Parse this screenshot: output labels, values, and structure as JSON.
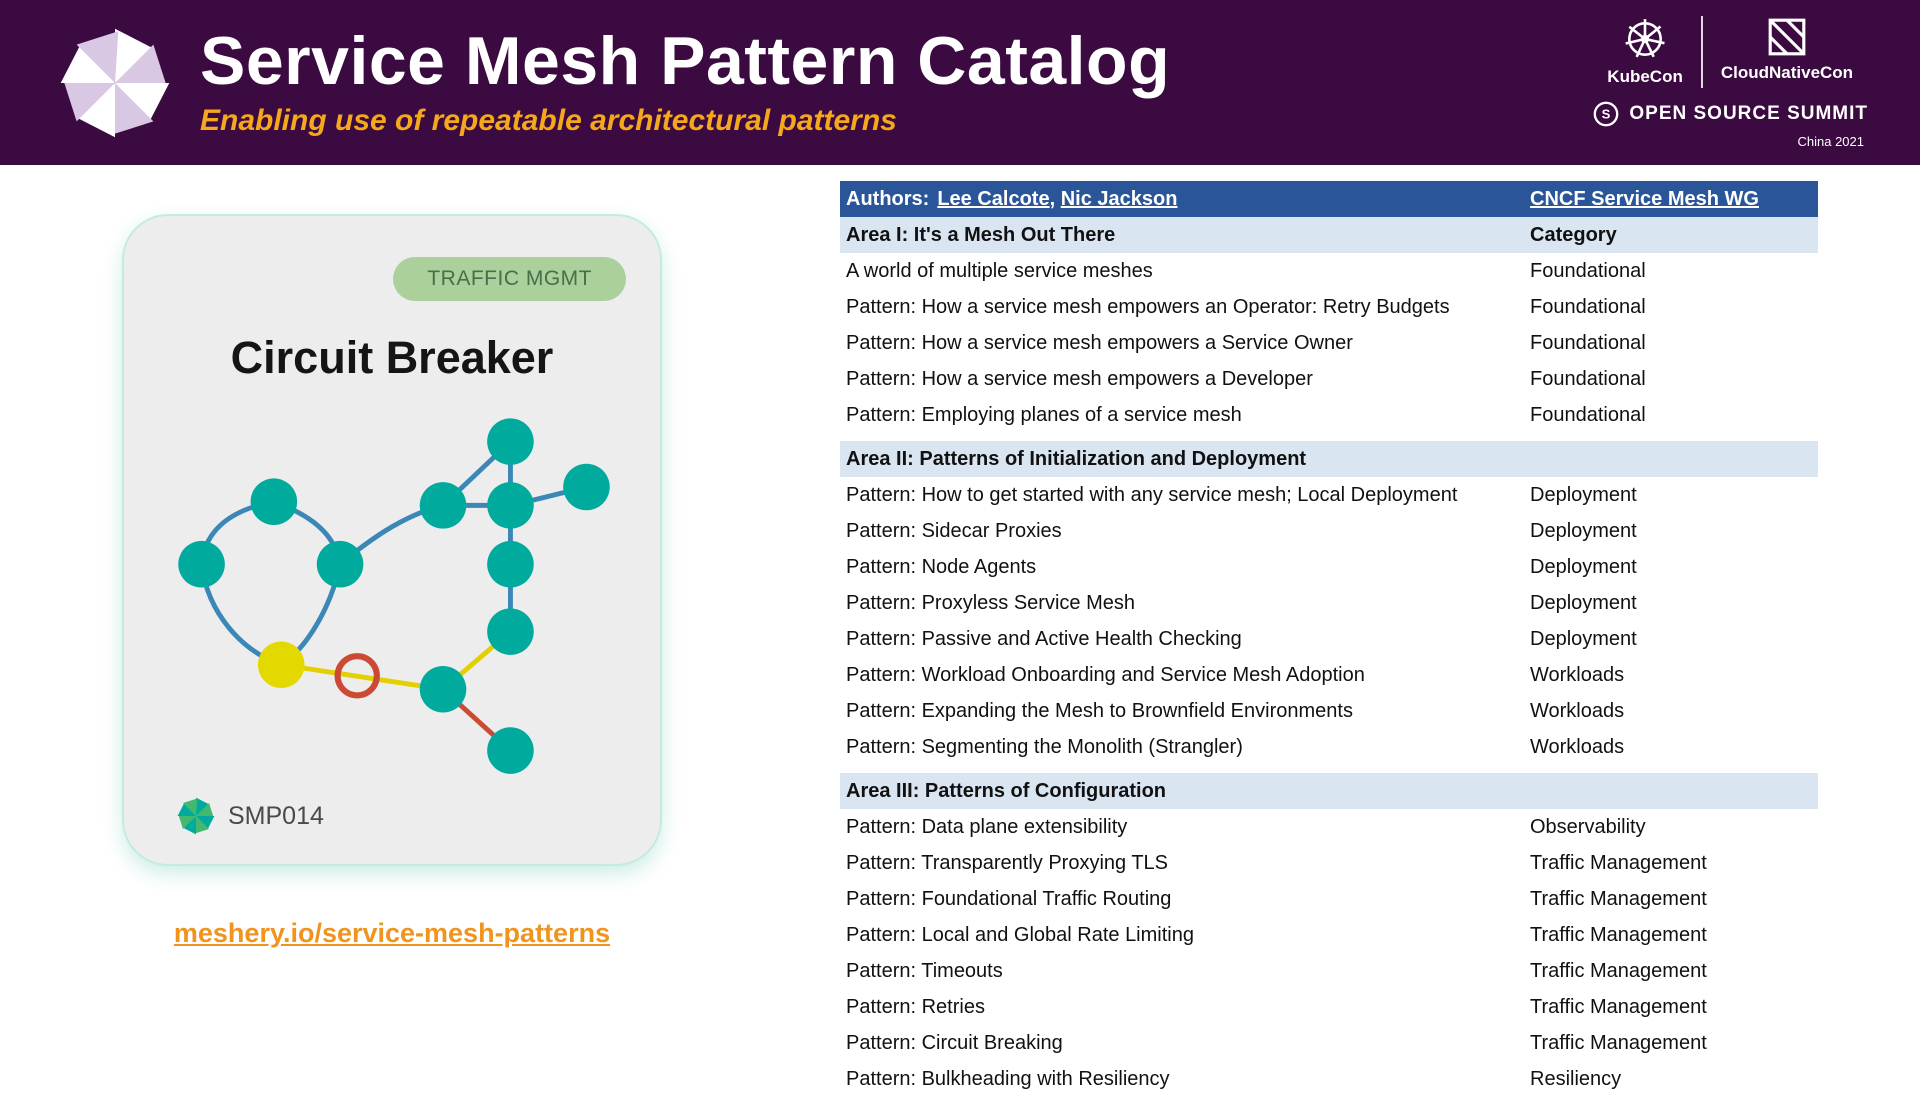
{
  "colors": {
    "header-bg": "#3b0a40",
    "accent-orange": "#f5a81c",
    "table-header-bg": "#2a5699",
    "section-bg": "#d9e5f1",
    "badge-bg": "#abd09c",
    "link-orange": "#f0941e",
    "node-teal": "#00ab9d",
    "edge-blue": "#3b87b8",
    "node-yellow": "#e3d900",
    "edge-yellow": "#e3d000",
    "edge-red": "#cc4a33"
  },
  "header": {
    "title": "Service Mesh Pattern Catalog",
    "subtitle": "Enabling use of repeatable architectural patterns",
    "brand": {
      "kubecon": "KubeCon",
      "cloudnativecon": "CloudNativeCon",
      "summit": "OPEN SOURCE SUMMIT",
      "edition": "China 2021"
    }
  },
  "card": {
    "badge": "TRAFFIC MGMT",
    "title": "Circuit Breaker",
    "code": "SMP014"
  },
  "link": {
    "text": "meshery.io/service-mesh-patterns"
  },
  "table": {
    "authors_label": "Authors:",
    "author_1": "Lee Calcote",
    "authors_separator": ", ",
    "author_2": "Nic Jackson",
    "wg_link": "CNCF Service Mesh WG",
    "category_header": "Category",
    "sections": [
      {
        "title": "Area I: It's a Mesh Out There",
        "rows": [
          {
            "pattern": "A world of multiple service meshes",
            "category": "Foundational"
          },
          {
            "pattern": "Pattern: How a service mesh empowers an Operator: Retry Budgets",
            "category": "Foundational"
          },
          {
            "pattern": "Pattern: How a service mesh empowers a Service Owner",
            "category": "Foundational"
          },
          {
            "pattern": "Pattern: How a service mesh empowers a Developer",
            "category": "Foundational"
          },
          {
            "pattern": "Pattern: Employing planes of a service mesh",
            "category": "Foundational"
          }
        ]
      },
      {
        "title": "Area II: Patterns of Initialization and Deployment",
        "rows": [
          {
            "pattern": "Pattern: How to get started with any service mesh; Local Deployment",
            "category": "Deployment"
          },
          {
            "pattern": "Pattern: Sidecar Proxies",
            "category": "Deployment"
          },
          {
            "pattern": "Pattern: Node Agents",
            "category": "Deployment"
          },
          {
            "pattern": "Pattern: Proxyless Service Mesh",
            "category": "Deployment"
          },
          {
            "pattern": "Pattern: Passive and Active Health Checking",
            "category": "Deployment"
          },
          {
            "pattern": "Pattern: Workload Onboarding and Service Mesh Adoption",
            "category": "Workloads"
          },
          {
            "pattern": "Pattern: Expanding the Mesh to Brownfield Environments",
            "category": "Workloads"
          },
          {
            "pattern": "Pattern: Segmenting the Monolith (Strangler)",
            "category": "Workloads"
          }
        ]
      },
      {
        "title": "Area III: Patterns of Configuration",
        "rows": [
          {
            "pattern": "Pattern: Data plane extensibility",
            "category": "Observability"
          },
          {
            "pattern": "Pattern: Transparently Proxying TLS",
            "category": "Traffic Management"
          },
          {
            "pattern": "Pattern: Foundational Traffic Routing",
            "category": "Traffic Management"
          },
          {
            "pattern": "Pattern: Local and Global Rate Limiting",
            "category": "Traffic Management"
          },
          {
            "pattern": "Pattern: Timeouts",
            "category": "Traffic Management"
          },
          {
            "pattern": "Pattern: Retries",
            "category": "Traffic Management"
          },
          {
            "pattern": "Pattern: Circuit Breaking",
            "category": "Traffic Management"
          },
          {
            "pattern": "Pattern: Bulkheading with Resiliency",
            "category": "Resiliency"
          }
        ]
      }
    ]
  }
}
